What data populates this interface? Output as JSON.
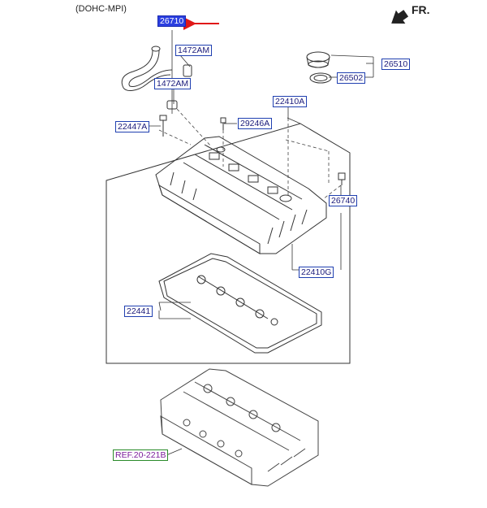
{
  "header": {
    "engine_caption": "(DOHC-MPI)",
    "direction_label": "FR."
  },
  "parts": {
    "p26710": "26710",
    "p1472AM_top": "1472AM",
    "p1472AM_bottom": "1472AM",
    "p22447A": "22447A",
    "p29246A": "29246A",
    "p22410A": "22410A",
    "p26510": "26510",
    "p26502": "26502",
    "p26740": "26740",
    "p22410G": "22410G",
    "p22441": "22441",
    "ref": "REF.20-221B"
  },
  "colors": {
    "highlight": "#2b3fe0",
    "pointer_arrow": "#e01818",
    "label_border": "#1f3fb0"
  }
}
